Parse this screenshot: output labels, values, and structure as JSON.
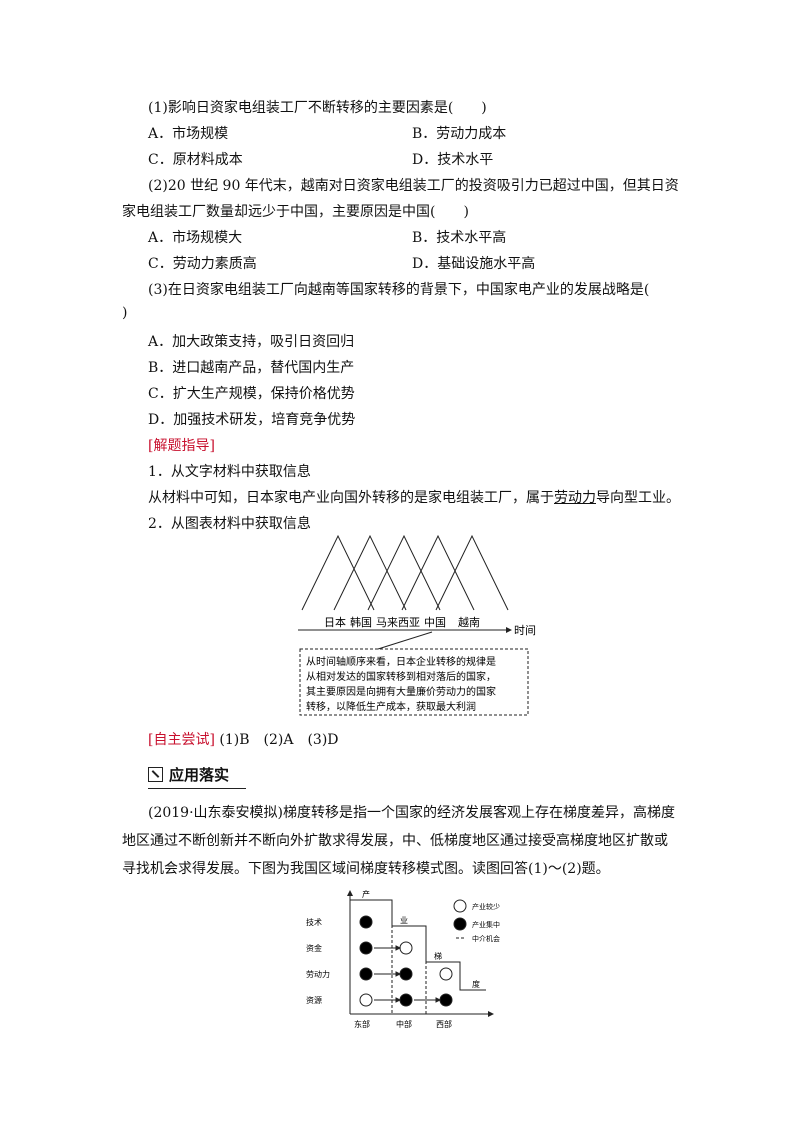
{
  "q1": {
    "stem": "(1)影响日资家电组装工厂不断转移的主要因素是(　　)",
    "A": "A．市场规模",
    "B": "B．劳动力成本",
    "C": "C．原材料成本",
    "D": "D．技术水平"
  },
  "q2": {
    "stem_line1": "(2)20 世纪 90 年代末，越南对日资家电组装工厂的投资吸引力已超过中国，但其日资",
    "stem_line2": "家电组装工厂数量却远少于中国，主要原因是中国(　　)",
    "A": "A．市场规模大",
    "B": "B．技术水平高",
    "C": "C．劳动力素质高",
    "D": "D．基础设施水平高"
  },
  "q3": {
    "stem_line1": "(3)在日资家电组装工厂向越南等国家转移的背景下，中国家电产业的发展战略是(",
    "stem_line2": ")",
    "A": "A．加大政策支持，吸引日资回归",
    "B": "B．进口越南产品，替代国内生产",
    "C": "C．扩大生产规模，保持价格优势",
    "D": "D．加强技术研发，培育竞争优势"
  },
  "guide": {
    "tag": "[解题指导]",
    "step1": "1．从文字材料中获取信息",
    "text_pre": "从材料中可知，日本家电产业向国外转移的是家电组装工厂，属于",
    "text_underlined": "劳动力",
    "text_post": "导向型工业。",
    "step2": "2．从图表材料中获取信息"
  },
  "fig1": {
    "countries": [
      "日本",
      "韩国",
      "马来西亚",
      "中国",
      "越南"
    ],
    "axis_label": "时间",
    "note_lines": [
      "从时间轴顺序来看，日本企业转移的规律是",
      "从相对发达的国家转移到相对落后的国家，",
      "其主要原因是向拥有大量廉价劳动力的国家",
      "转移，以降低生产成本，获取最大利润"
    ]
  },
  "answer": {
    "tag": "[自主尝试]",
    "text": "(1)B　(2)A　(3)D"
  },
  "section": {
    "title": "应用落实"
  },
  "passage": {
    "line1": "(2019·山东泰安模拟)梯度转移是指一个国家的经济发展客观上存在梯度差异，高梯度",
    "line2": "地区通过不断创新并不断向外扩散求得发展，中、低梯度地区通过接受高梯度地区扩散或",
    "line3": "寻找机会求得发展。下图为我国区域间梯度转移模式图。读图回答(1)～(2)题。"
  },
  "fig2": {
    "rows": [
      "技术",
      "资金",
      "劳动力",
      "资源"
    ],
    "cols": [
      "东部",
      "中部",
      "西部"
    ],
    "stair_labels": [
      "产",
      "业",
      "梯",
      "度"
    ],
    "legend": [
      "产业较少",
      "产业集中",
      "中介机会"
    ]
  }
}
